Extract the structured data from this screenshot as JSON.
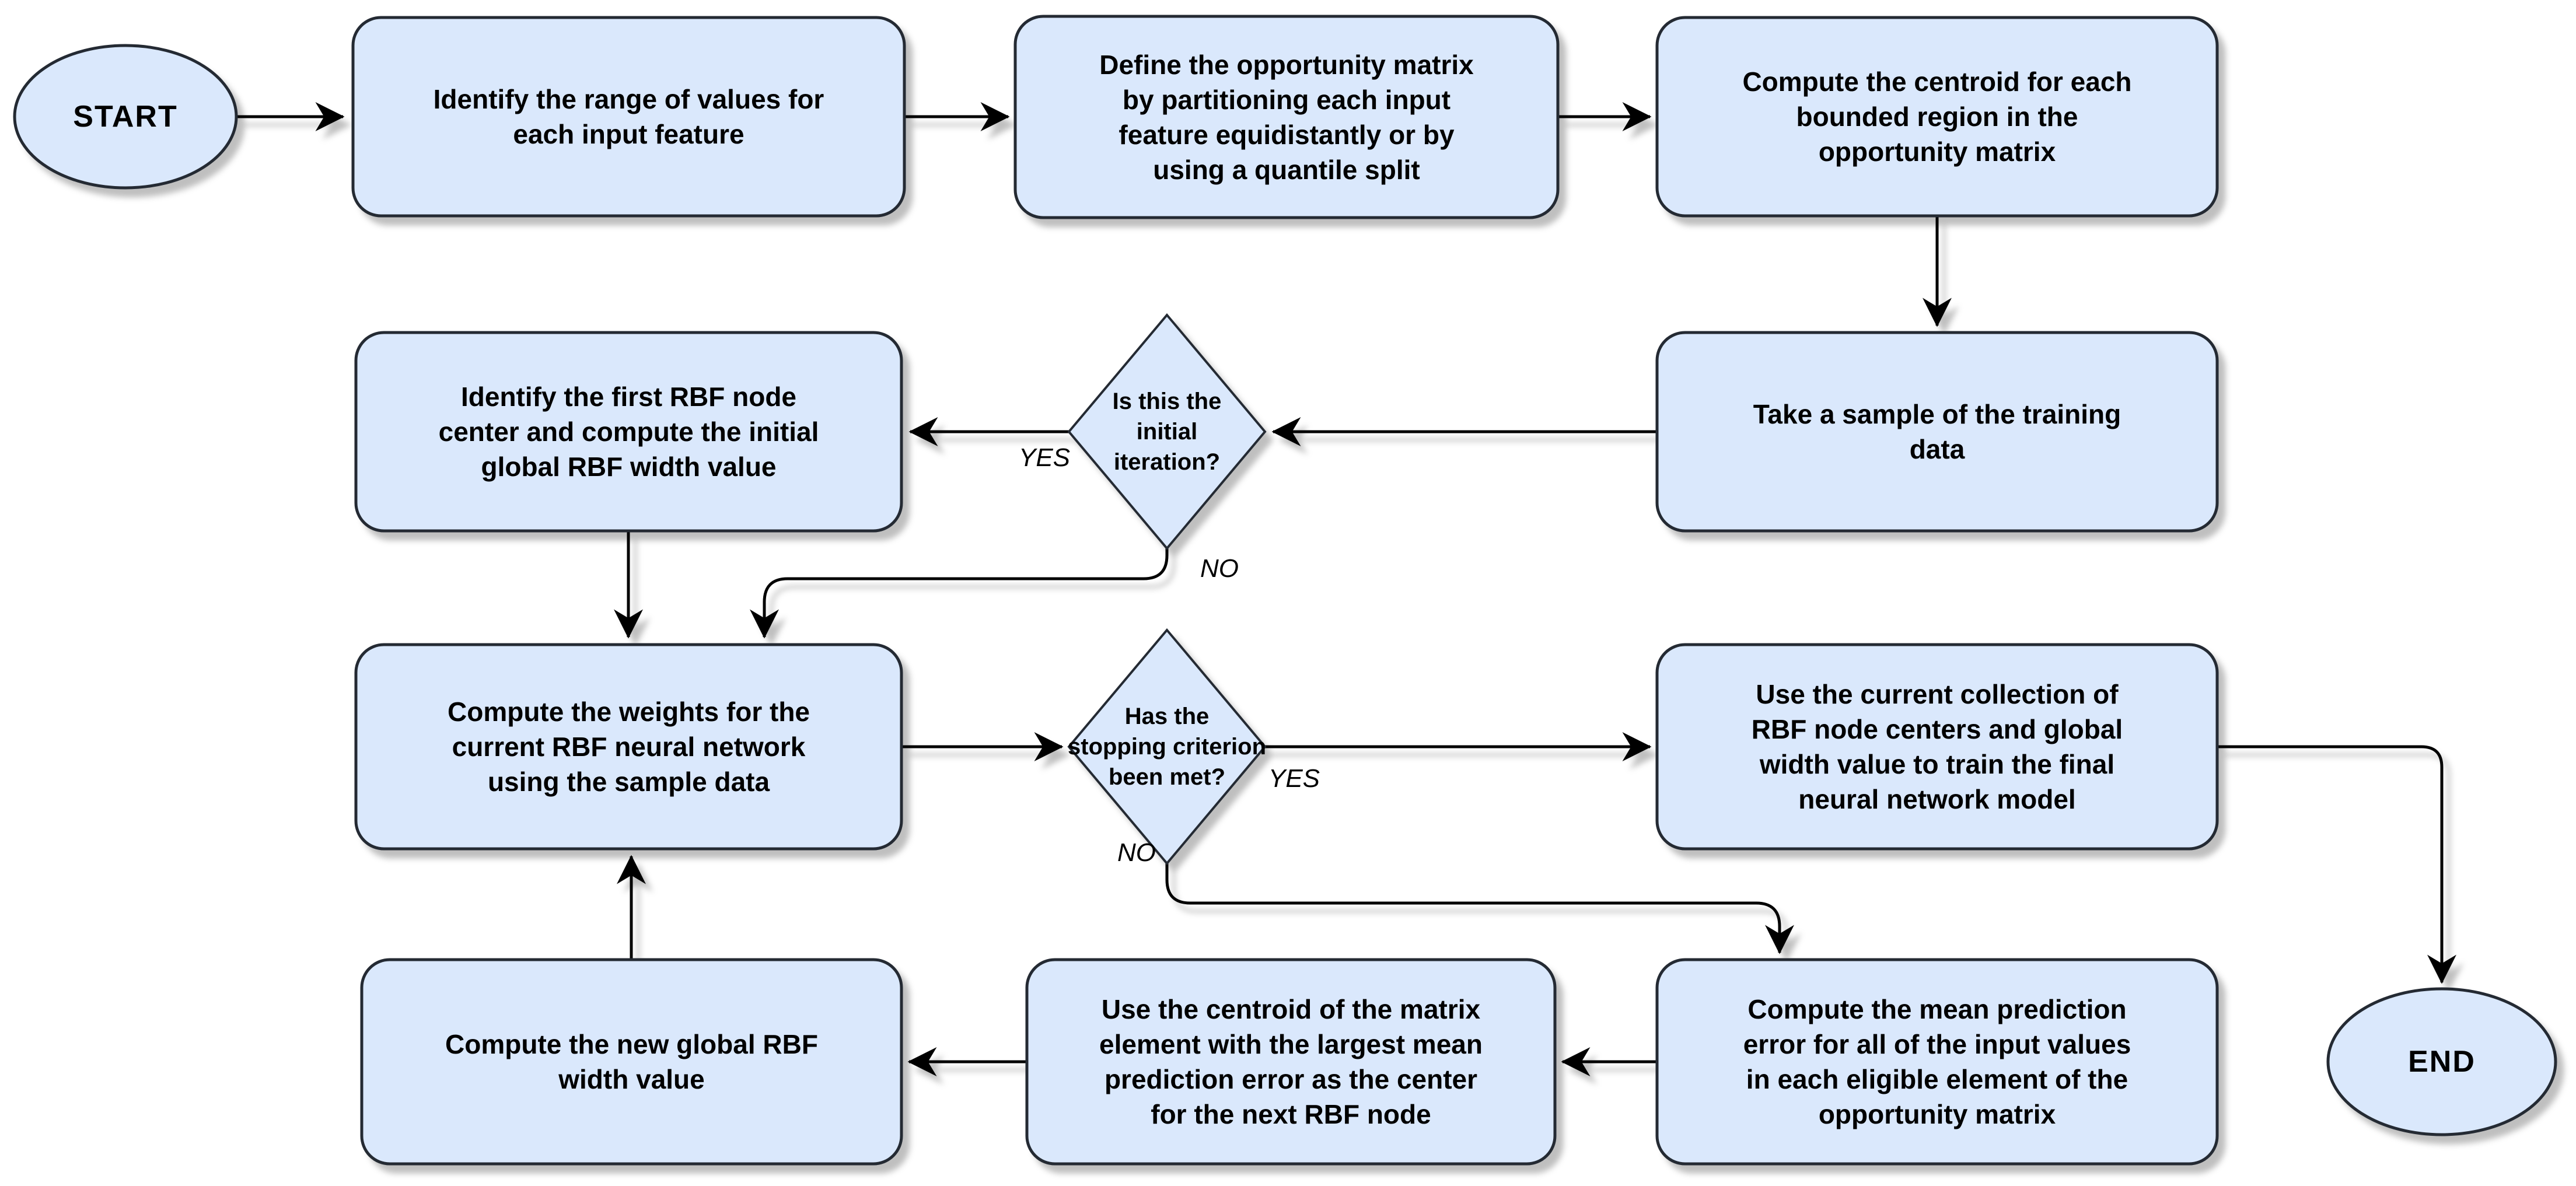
{
  "diagram": {
    "type": "flowchart",
    "nodes": {
      "start": {
        "label": "START",
        "shape": "ellipse"
      },
      "identify_range": {
        "label": "Identify the range of values for\neach input feature",
        "shape": "rounded-rect"
      },
      "define_matrix": {
        "label": "Define the opportunity matrix\nby partitioning each input\nfeature equidistantly or by\nusing a quantile split",
        "shape": "rounded-rect"
      },
      "compute_centroid": {
        "label": "Compute the centroid for each\nbounded region in the\nopportunity matrix",
        "shape": "rounded-rect"
      },
      "take_sample": {
        "label": "Take a sample of the training\ndata",
        "shape": "rounded-rect"
      },
      "initial_iteration": {
        "label": "Is this the\ninitial\niteration?",
        "shape": "diamond"
      },
      "identify_first": {
        "label": "Identify the first RBF node\ncenter and compute the initial\nglobal RBF width value",
        "shape": "rounded-rect"
      },
      "compute_weights": {
        "label": "Compute the weights for the\ncurrent RBF neural network\nusing the sample data",
        "shape": "rounded-rect"
      },
      "stopping_criterion": {
        "label": "Has the\nstopping criterion\nbeen met?",
        "shape": "diamond"
      },
      "use_collection": {
        "label": "Use the current collection of\nRBF node centers and global\nwidth value to train the final\nneural network model",
        "shape": "rounded-rect"
      },
      "compute_error": {
        "label": "Compute the mean prediction\nerror for all of the input values\nin each eligible element of the\nopportunity matrix",
        "shape": "rounded-rect"
      },
      "use_centroid": {
        "label": "Use the centroid of the matrix\nelement with the largest mean\nprediction error as the center\nfor the next RBF node",
        "shape": "rounded-rect"
      },
      "new_width": {
        "label": "Compute the new global RBF\nwidth value",
        "shape": "rounded-rect"
      },
      "end": {
        "label": "END",
        "shape": "ellipse"
      }
    },
    "edge_labels": {
      "initial_yes": "YES",
      "initial_no": "NO",
      "stopping_yes": "YES",
      "stopping_no": "NO"
    },
    "colors": {
      "node_fill": "#dae8fc",
      "node_stroke": "#242a33",
      "arrow": "#000000",
      "text": "#000000",
      "background": "#ffffff"
    }
  }
}
